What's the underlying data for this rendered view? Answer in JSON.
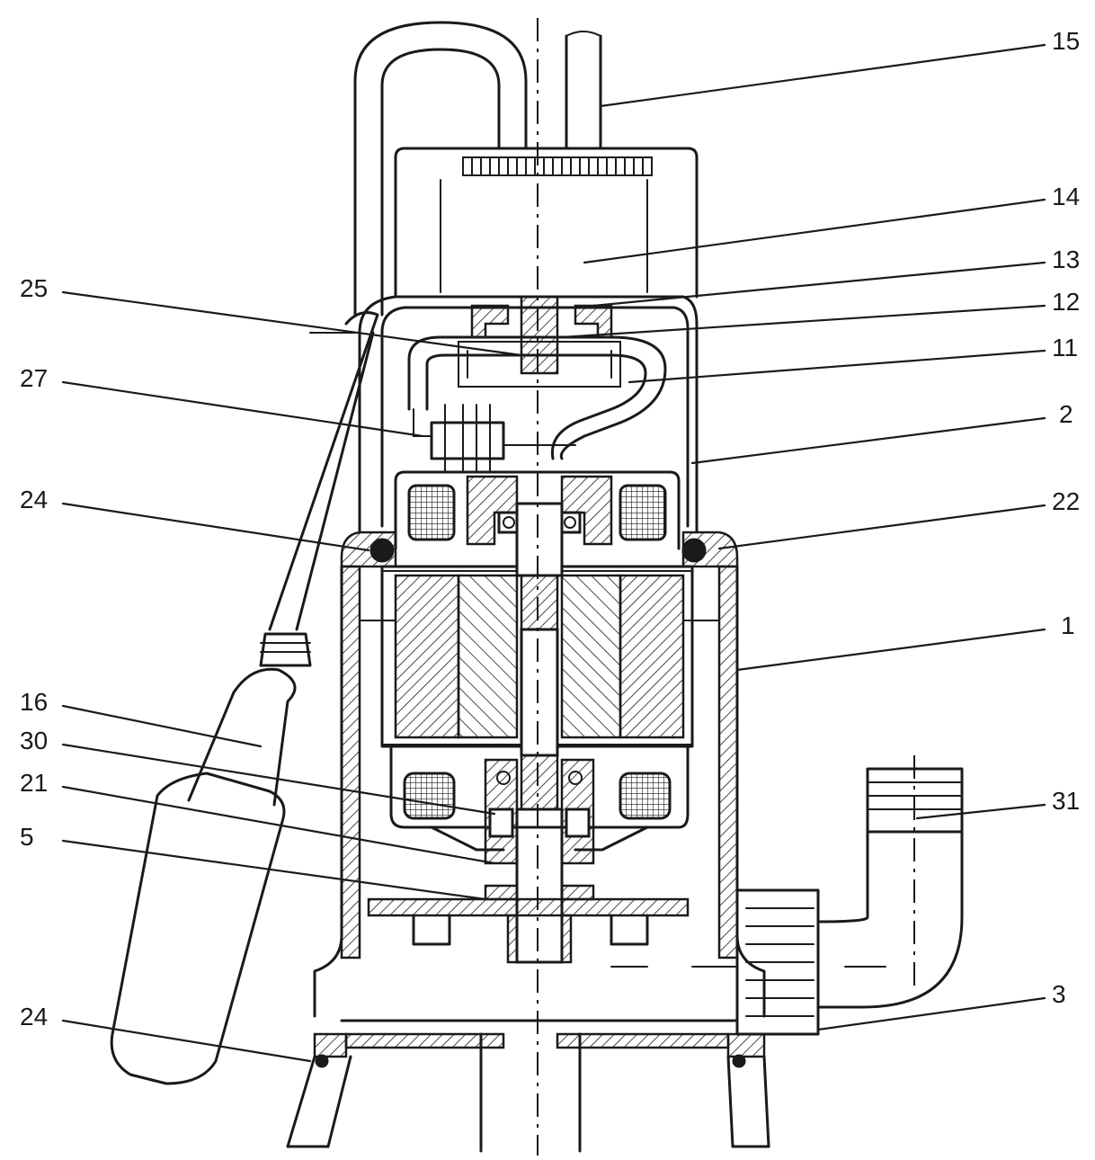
{
  "labels": {
    "l15": "15",
    "l14": "14",
    "l13": "13",
    "l12": "12",
    "l11": "11",
    "l2": "2",
    "l22": "22",
    "l1": "1",
    "l31": "31",
    "l3": "3",
    "l25": "25",
    "l27": "27",
    "l24_top": "24",
    "l16": "16",
    "l30": "30",
    "l21": "21",
    "l5": "5",
    "l24_bottom": "24"
  },
  "colors": {
    "line": "#1a1a1a",
    "background": "#ffffff"
  }
}
